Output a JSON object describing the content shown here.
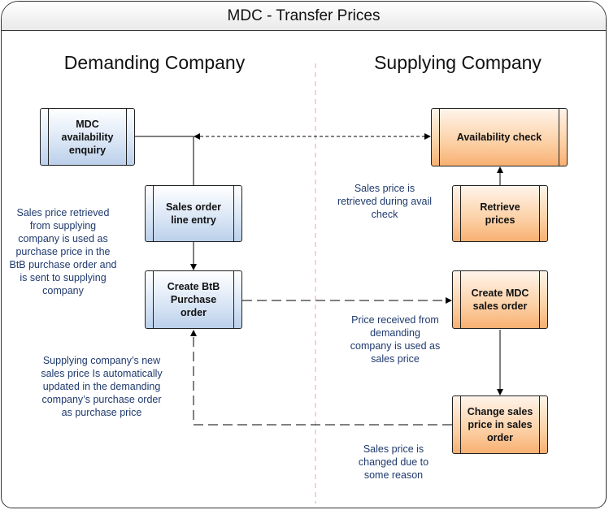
{
  "title": "MDC - Transfer Prices",
  "lanes": {
    "left": "Demanding Company",
    "right": "Supplying Company"
  },
  "boxes": {
    "mdc_enquiry": "MDC availability enquiry",
    "sales_order_line": "Sales order line entry",
    "create_btb_po": "Create BtB Purchase order",
    "availability_check": "Availability check",
    "retrieve_prices": "Retrieve prices",
    "create_mdc_so": "Create MDC sales order",
    "change_sales_price": "Change sales price in sales order"
  },
  "notes": {
    "left_top": "Sales price retrieved from supplying company is used as purchase price in the BtB purchase order and is sent to supplying company",
    "left_bottom": "Supplying company’s new sales price Is automatically updated in the demanding company’s purchase order as purchase price",
    "right_top": "Sales price is retrieved during avail check",
    "right_middle": "Price received from demanding company is used as sales price",
    "right_bottom": "Sales price is changed due to some reason"
  },
  "colors": {
    "blue_box": "#bcd0ea",
    "orange_box": "#f8b072",
    "note_text": "#1f3a6e",
    "divider": "#e8a0b0"
  }
}
